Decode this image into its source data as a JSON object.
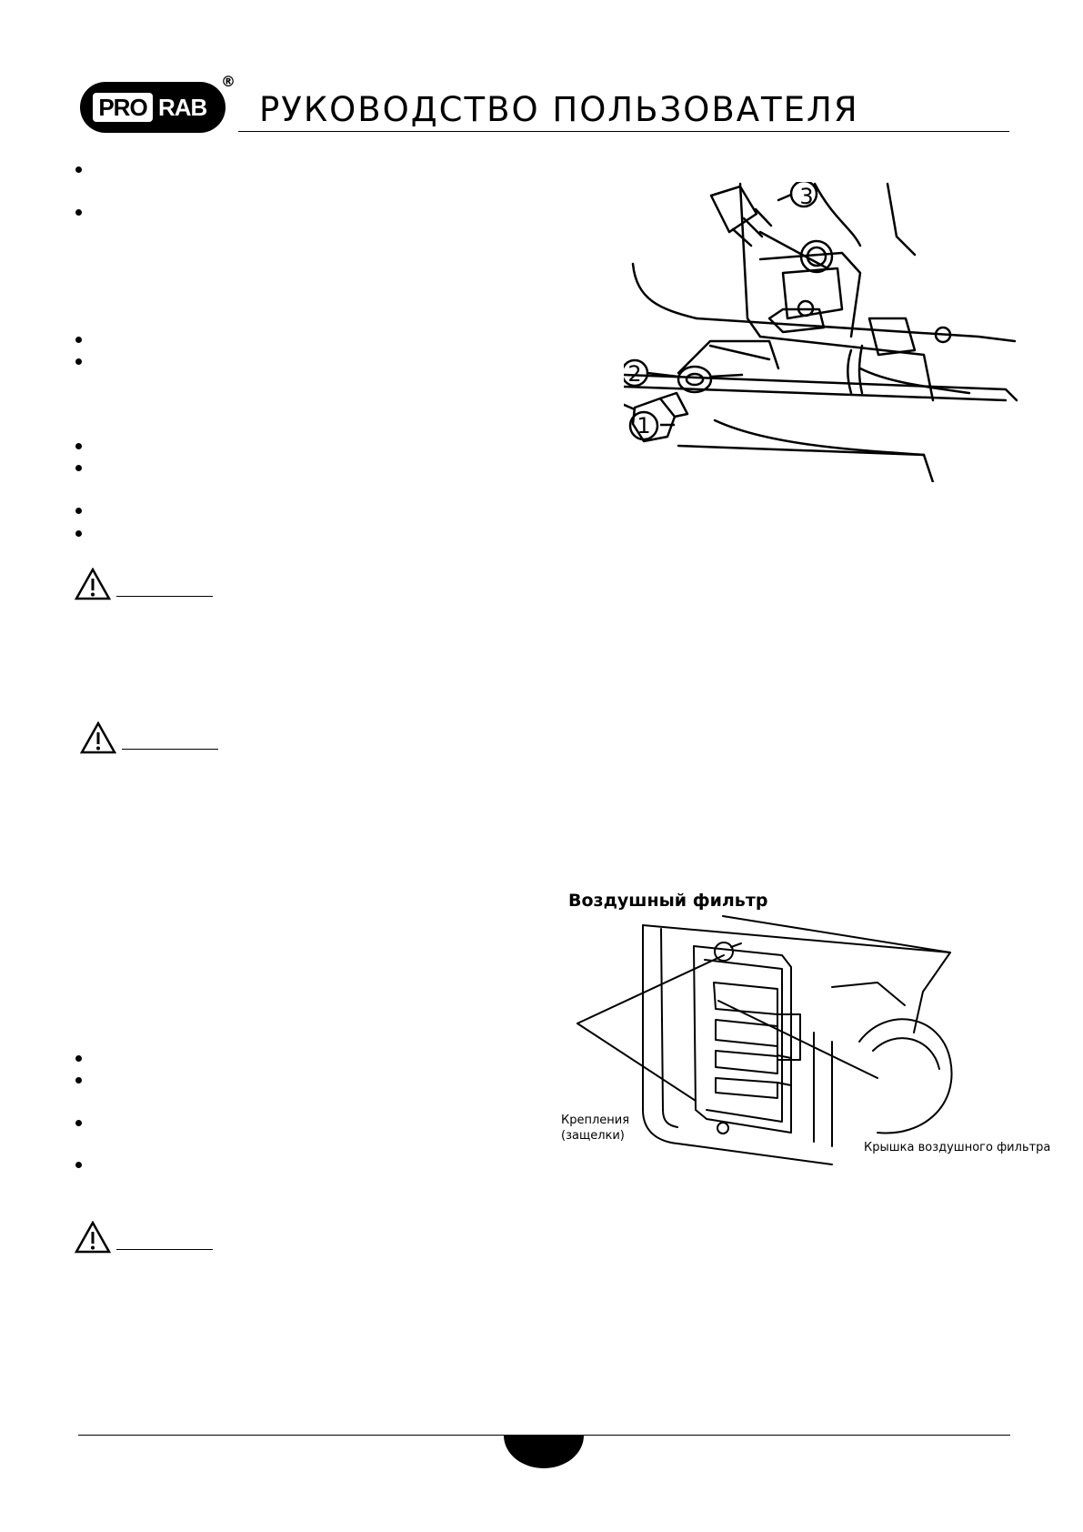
{
  "header": {
    "logo_left": "PRO",
    "logo_right": "RAB",
    "registered_mark": "®",
    "title": "РУКОВОДСТВО ПОЛЬЗОВАТЕЛЯ"
  },
  "figure_oil": {
    "callouts": [
      "1",
      "2",
      "3"
    ]
  },
  "figure_air_filter": {
    "title": "Воздушный фильтр",
    "label_latches_line1": "Крепления",
    "label_latches_line2": "(защелки)",
    "label_cover": "Крышка воздушного фильтра"
  },
  "footer": {
    "page_number": ""
  }
}
